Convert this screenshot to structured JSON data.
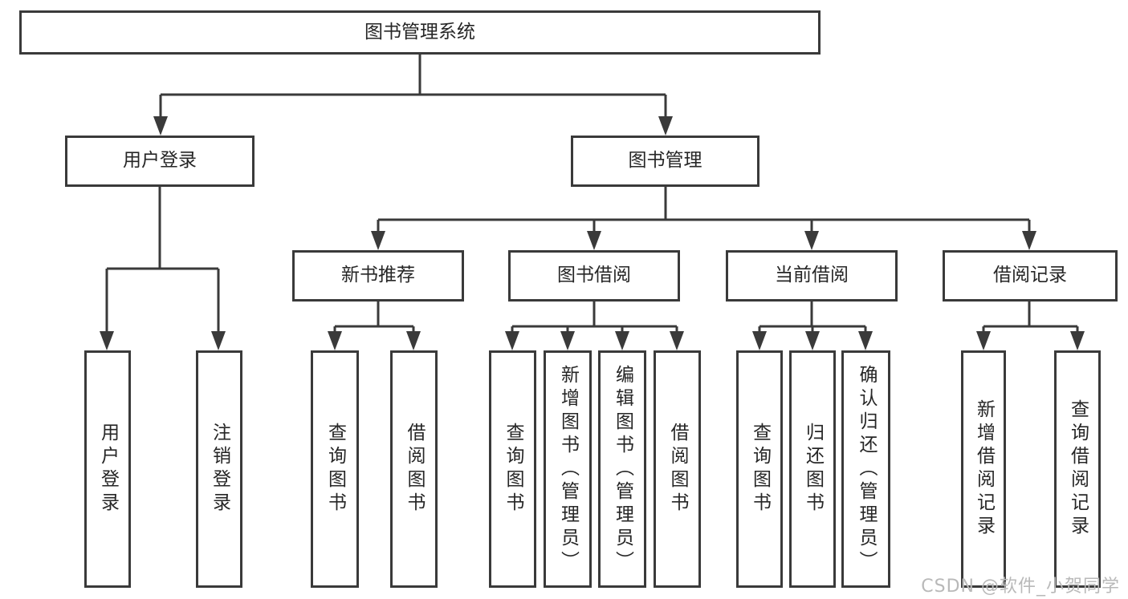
{
  "diagram_title": "图书管理系统",
  "tree": {
    "root": "图书管理系统",
    "branches": [
      {
        "label": "用户登录",
        "children": [
          {
            "label": "用户登录"
          },
          {
            "label": "注销登录"
          }
        ]
      },
      {
        "label": "图书管理",
        "children": [
          {
            "label": "新书推荐",
            "children": [
              {
                "label": "查询图书"
              },
              {
                "label": "借阅图书"
              }
            ]
          },
          {
            "label": "图书借阅",
            "children": [
              {
                "label": "查询图书"
              },
              {
                "label": "新增图书（管理员）"
              },
              {
                "label": "编辑图书（管理员）"
              },
              {
                "label": "借阅图书"
              }
            ]
          },
          {
            "label": "当前借阅",
            "children": [
              {
                "label": "查询图书"
              },
              {
                "label": "归还图书"
              },
              {
                "label": "确认归还（管理员）"
              }
            ]
          },
          {
            "label": "借阅记录",
            "children": [
              {
                "label": "新增借阅记录"
              },
              {
                "label": "查询借阅记录"
              }
            ]
          }
        ]
      }
    ]
  },
  "watermark": "CSDN @软件_小贺同学",
  "colors": {
    "line": "#3a3a3a",
    "text": "#262626",
    "box_background": "#ffffff",
    "watermark": "#b9b9b9",
    "page_background": "#ffffff"
  }
}
